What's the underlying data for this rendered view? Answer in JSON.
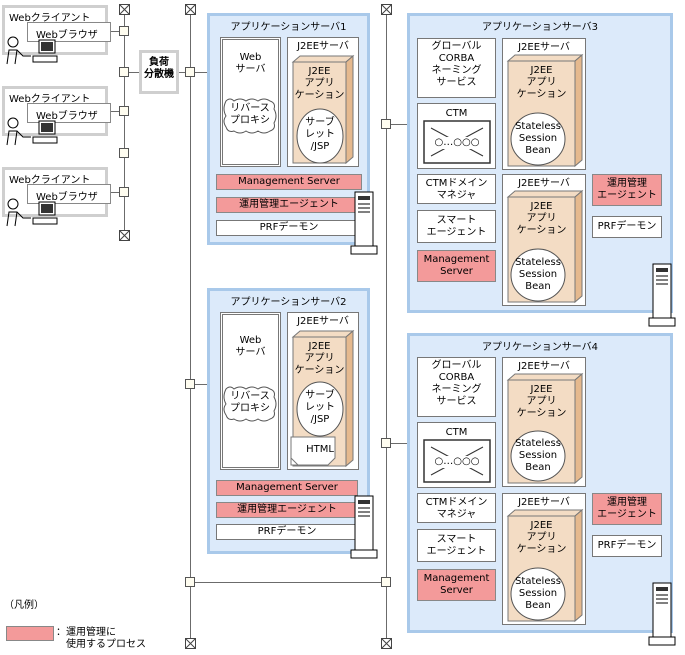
{
  "clients": [
    {
      "title": "Webクライアント",
      "browser": "Webブラウザ"
    },
    {
      "title": "Webクライアント",
      "browser": "Webブラウザ"
    },
    {
      "title": "Webクライアント",
      "browser": "Webブラウザ"
    }
  ],
  "load_balancer": "負荷\n分散機",
  "server1": {
    "title": "アプリケーションサーバ1",
    "web_server": "Web\nサーバ",
    "reverse_proxy": "リバース\nプロキシ",
    "j2ee_server": "J2EEサーバ",
    "j2ee_app": "J2EE\nアプリ\nケーション",
    "servlet": "サーブ\nレット\n/JSP",
    "mgmt_server": "Management Server",
    "agent": "運用管理エージェント",
    "prf": "PRFデーモン"
  },
  "server2": {
    "title": "アプリケーションサーバ2",
    "web_server": "Web\nサーバ",
    "reverse_proxy": "リバース\nプロキシ",
    "j2ee_server": "J2EEサーバ",
    "j2ee_app": "J2EE\nアプリ\nケーション",
    "servlet": "サーブ\nレット\n/JSP",
    "html": "HTML",
    "mgmt_server": "Management Server",
    "agent": "運用管理エージェント",
    "prf": "PRFデーモン"
  },
  "server3": {
    "title": "アプリケーションサーバ3",
    "global_corba": "グローバル\nCORBA\nネーミング\nサービス",
    "ctm": "CTM",
    "ctm_dots": "○…○○○",
    "ctm_manager": "CTMドメイン\nマネジャ",
    "smart_agent": "スマート\nエージェント",
    "mgmt_server": "Management\nServer",
    "j2ee_server_a": "J2EEサーバ",
    "j2ee_app_a": "J2EE\nアプリ\nケーション",
    "bean_a": "Stateless\nSession\nBean",
    "j2ee_server_b": "J2EEサーバ",
    "j2ee_app_b": "J2EE\nアプリ\nケーション",
    "bean_b": "Stateless\nSession\nBean",
    "agent": "運用管理\nエージェント",
    "prf": "PRFデーモン"
  },
  "server4": {
    "title": "アプリケーションサーバ4",
    "global_corba": "グローバル\nCORBA\nネーミング\nサービス",
    "ctm": "CTM",
    "ctm_dots": "○…○○○",
    "ctm_manager": "CTMドメイン\nマネジャ",
    "smart_agent": "スマート\nエージェント",
    "mgmt_server": "Management\nServer",
    "j2ee_server_a": "J2EEサーバ",
    "j2ee_app_a": "J2EE\nアプリ\nケーション",
    "bean_a": "Stateless\nSession\nBean",
    "j2ee_server_b": "J2EEサーバ",
    "j2ee_app_b": "J2EE\nアプリ\nケーション",
    "bean_b": "Stateless\nSession\nBean",
    "agent": "運用管理\nエージェント",
    "prf": "PRFデーモン"
  },
  "legend": {
    "title": "（凡例）",
    "desc": "：運用管理に\n　使用するプロセス",
    "swatch_color": "#f39a9a"
  },
  "colors": {
    "server_bg": "#dceafa",
    "server_border": "#a9c9ea",
    "cube": "#f3dcc4",
    "process": "#f39a9a"
  }
}
